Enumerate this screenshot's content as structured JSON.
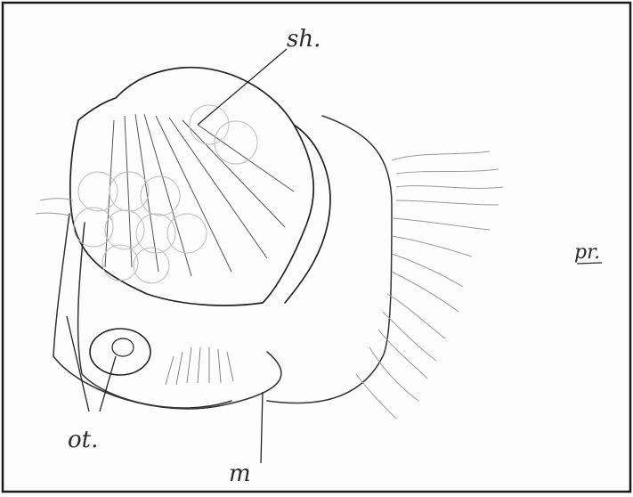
{
  "labels": {
    "shell": "sh.",
    "prototroch": "pr.",
    "otocyst": "ot.",
    "mantle": "m"
  }
}
